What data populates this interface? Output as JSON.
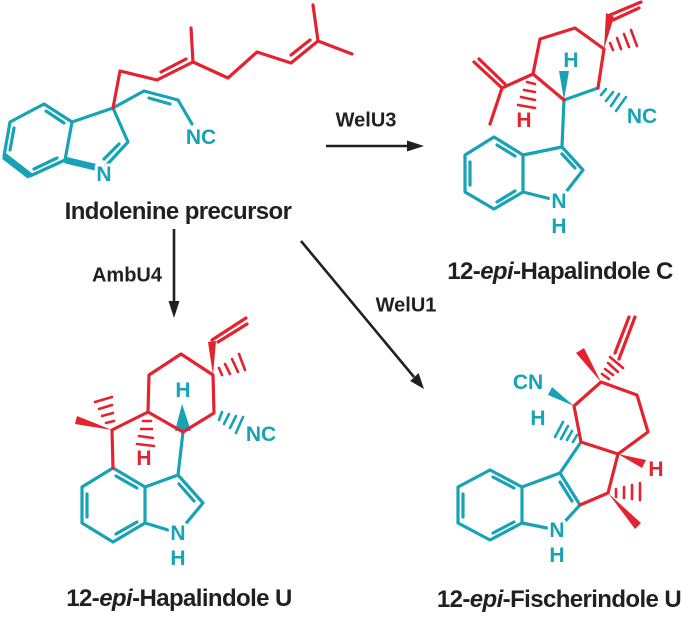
{
  "palette": {
    "indole_teal": "#17a3b5",
    "isoprenoid_red": "#e42330",
    "text_black": "#231f20",
    "background": "#ffffff"
  },
  "molecules": {
    "precursor": {
      "name": "Indolenine precursor",
      "atoms": {
        "n": "N",
        "nc": "NC"
      }
    },
    "hapalindole_c": {
      "name_num": "12-",
      "name_epi": "epi",
      "name_rest": "-Hapalindole C",
      "atoms": {
        "n": "N",
        "nh": "H",
        "h10": "H",
        "h9": "H",
        "nc": "NC"
      }
    },
    "hapalindole_u": {
      "name_num": "12-",
      "name_epi": "epi",
      "name_rest": "-Hapalindole U",
      "atoms": {
        "n": "N",
        "nh": "H",
        "h16": "H",
        "h15": "H",
        "nc": "NC"
      }
    },
    "fischerindole_u": {
      "name_num": "12-",
      "name_epi": "epi",
      "name_rest": "-Fischerindole U",
      "atoms": {
        "n": "N",
        "nh": "H",
        "h15": "H",
        "h14": "H",
        "cn": "CN"
      }
    }
  },
  "arrows": {
    "welu3": "WelU3",
    "ambu4": "AmbU4",
    "welu1": "WelU1"
  }
}
